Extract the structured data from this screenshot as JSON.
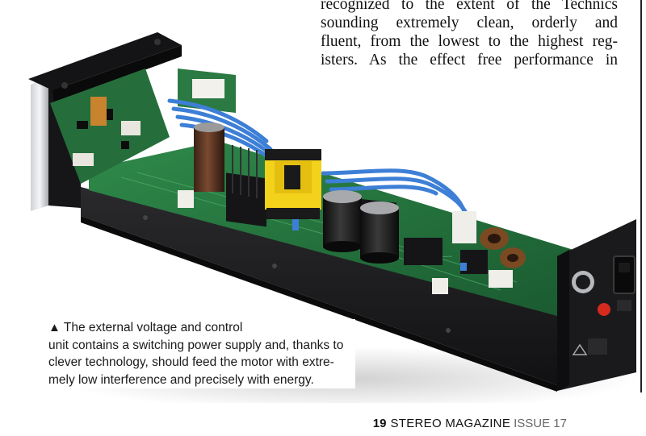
{
  "article": {
    "lines": [
      "recognized to the extent of the Technics",
      "sounding extremely clean, orderly and",
      "fluent, from the lowest to the highest reg-",
      "isters. As the effect free performance in"
    ]
  },
  "caption": {
    "marker": "▲",
    "lines": [
      "The external voltage and control",
      "unit contains a switching power supply and, thanks to",
      "clever technology, should feed the motor with extre-",
      "mely low interference and precisely with energy."
    ]
  },
  "footer": {
    "page_number": "19",
    "magazine": "STEREO MAGAZINE",
    "issue": "ISSUE 17"
  },
  "photo": {
    "subject": "external power supply unit with open enclosure",
    "colors": {
      "pcb": "#1f6b3a",
      "chassis": "#1c1c1e",
      "wire": "#3d7fd6",
      "transformer": "#f2d21b",
      "button": "#d62a1f"
    }
  }
}
